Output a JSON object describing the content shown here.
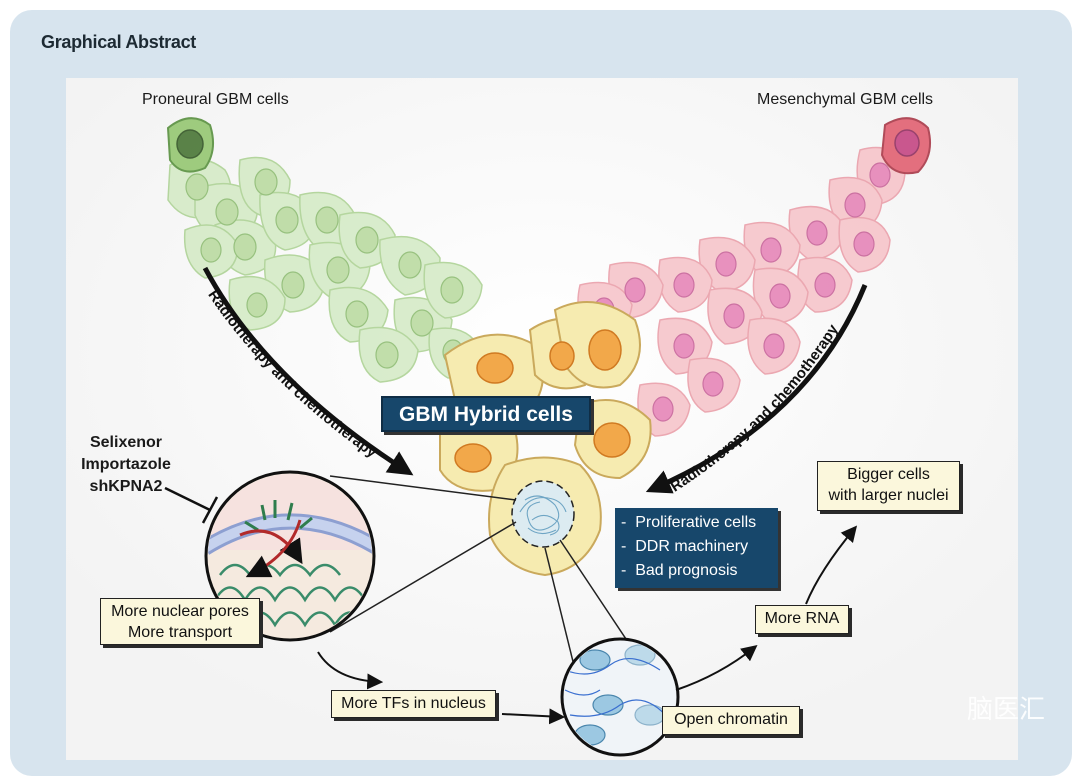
{
  "header": {
    "title": "Graphical Abstract"
  },
  "cells": {
    "proneural_label": "Proneural GBM cells",
    "mesenchymal_label": "Mesenchymal GBM cells",
    "hybrid_label": "GBM Hybrid cells"
  },
  "treatment": {
    "left_arrow_text": "Radiotherapy and chemotherapy",
    "right_arrow_text": "Radiotherapy and chemotherapy"
  },
  "hybrid_features": {
    "items": [
      "Proliferative cells",
      "DDR machinery",
      "Bad prognosis"
    ]
  },
  "inhibitors": {
    "items": [
      "Selixenor",
      "Importazole",
      "shKPNA2"
    ]
  },
  "mechanism": {
    "nuclear_pores_line1": "More nuclear pores",
    "nuclear_pores_line2": "More transport",
    "tfs": "More TFs in nucleus",
    "chromatin": "Open chromatin",
    "rna": "More RNA",
    "bigger_line1": "Bigger cells",
    "bigger_line2": "with larger nuclei"
  },
  "colors": {
    "panel_bg": "#d7e4ee",
    "proneural": "#8fc46a",
    "mesenchymal": "#e0586a",
    "hybrid": "#f4e7a8",
    "nucleus_orange": "#f0a040",
    "label_box": "#17476b"
  },
  "watermark": {
    "text": "脑医汇"
  }
}
